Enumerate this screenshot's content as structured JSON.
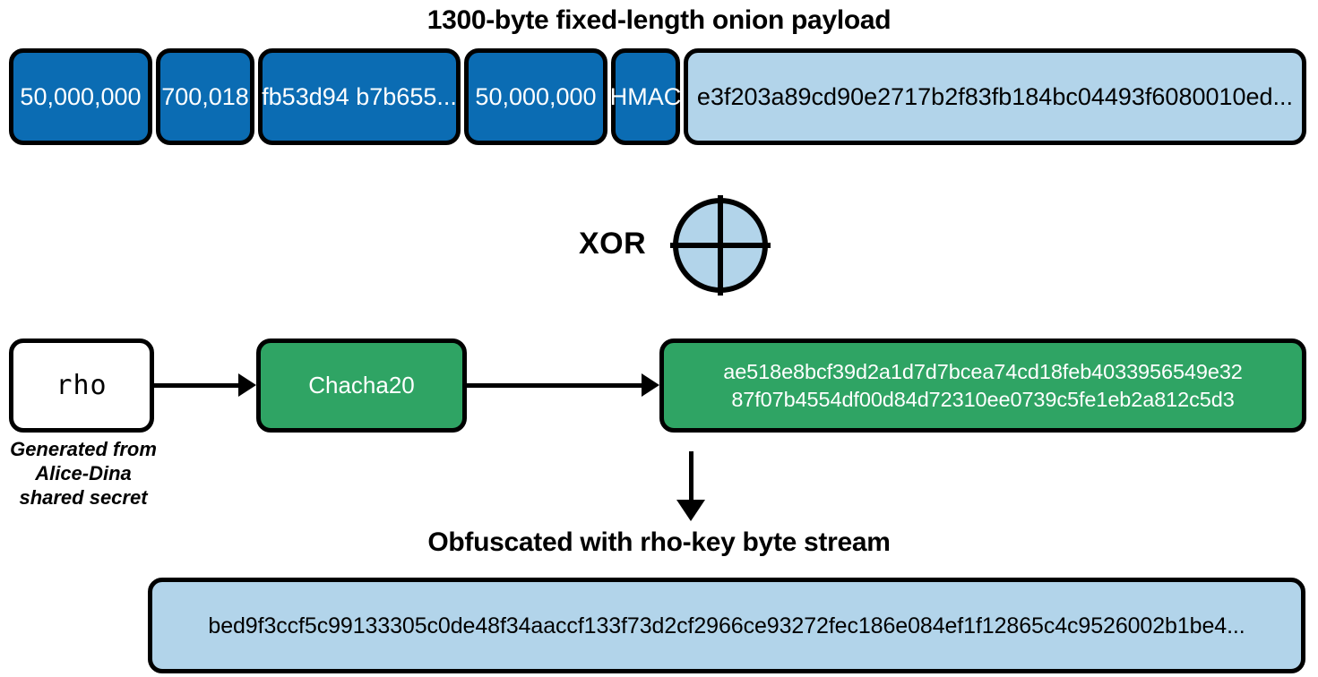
{
  "diagram": {
    "title": "1300-byte fixed-length onion payload",
    "bottom_title": "Obfuscated with rho-key byte stream",
    "operator_label": "XOR",
    "operator_icon": "xor-circle-icon",
    "colors": {
      "dark_blue": "#0b6cb3",
      "light_blue": "#b2d4ea",
      "green": "#2fa464",
      "outline": "#000000",
      "white": "#ffffff"
    }
  },
  "payload": {
    "cells": [
      {
        "label": "50,000,000",
        "style": "dark"
      },
      {
        "label": "700,018",
        "style": "dark"
      },
      {
        "label": "fb53d94 b7b655...",
        "style": "dark"
      },
      {
        "label": "50,000,000",
        "style": "dark"
      },
      {
        "label": "HMAC",
        "style": "dark"
      },
      {
        "label": "e3f203a89cd90e2717b2f83fb184bc04493f6080010ed...",
        "style": "light"
      }
    ]
  },
  "keygen": {
    "rho_label": "rho",
    "rho_caption_line1": "Generated from",
    "rho_caption_line2": "Alice-Dina",
    "rho_caption_line3": "shared secret",
    "cipher_label": "Chacha20",
    "keystream_line1": "ae518e8bcf39d2a1d7d7bcea74cd18feb4033956549e32",
    "keystream_line2": "87f07b4554df00d84d72310ee0739c5fe1eb2a812c5d3"
  },
  "output": {
    "value": "bed9f3ccf5c99133305c0de48f34aaccf133f73d2cf2966ce93272fec186e084ef1f12865c4c9526002b1be4..."
  }
}
